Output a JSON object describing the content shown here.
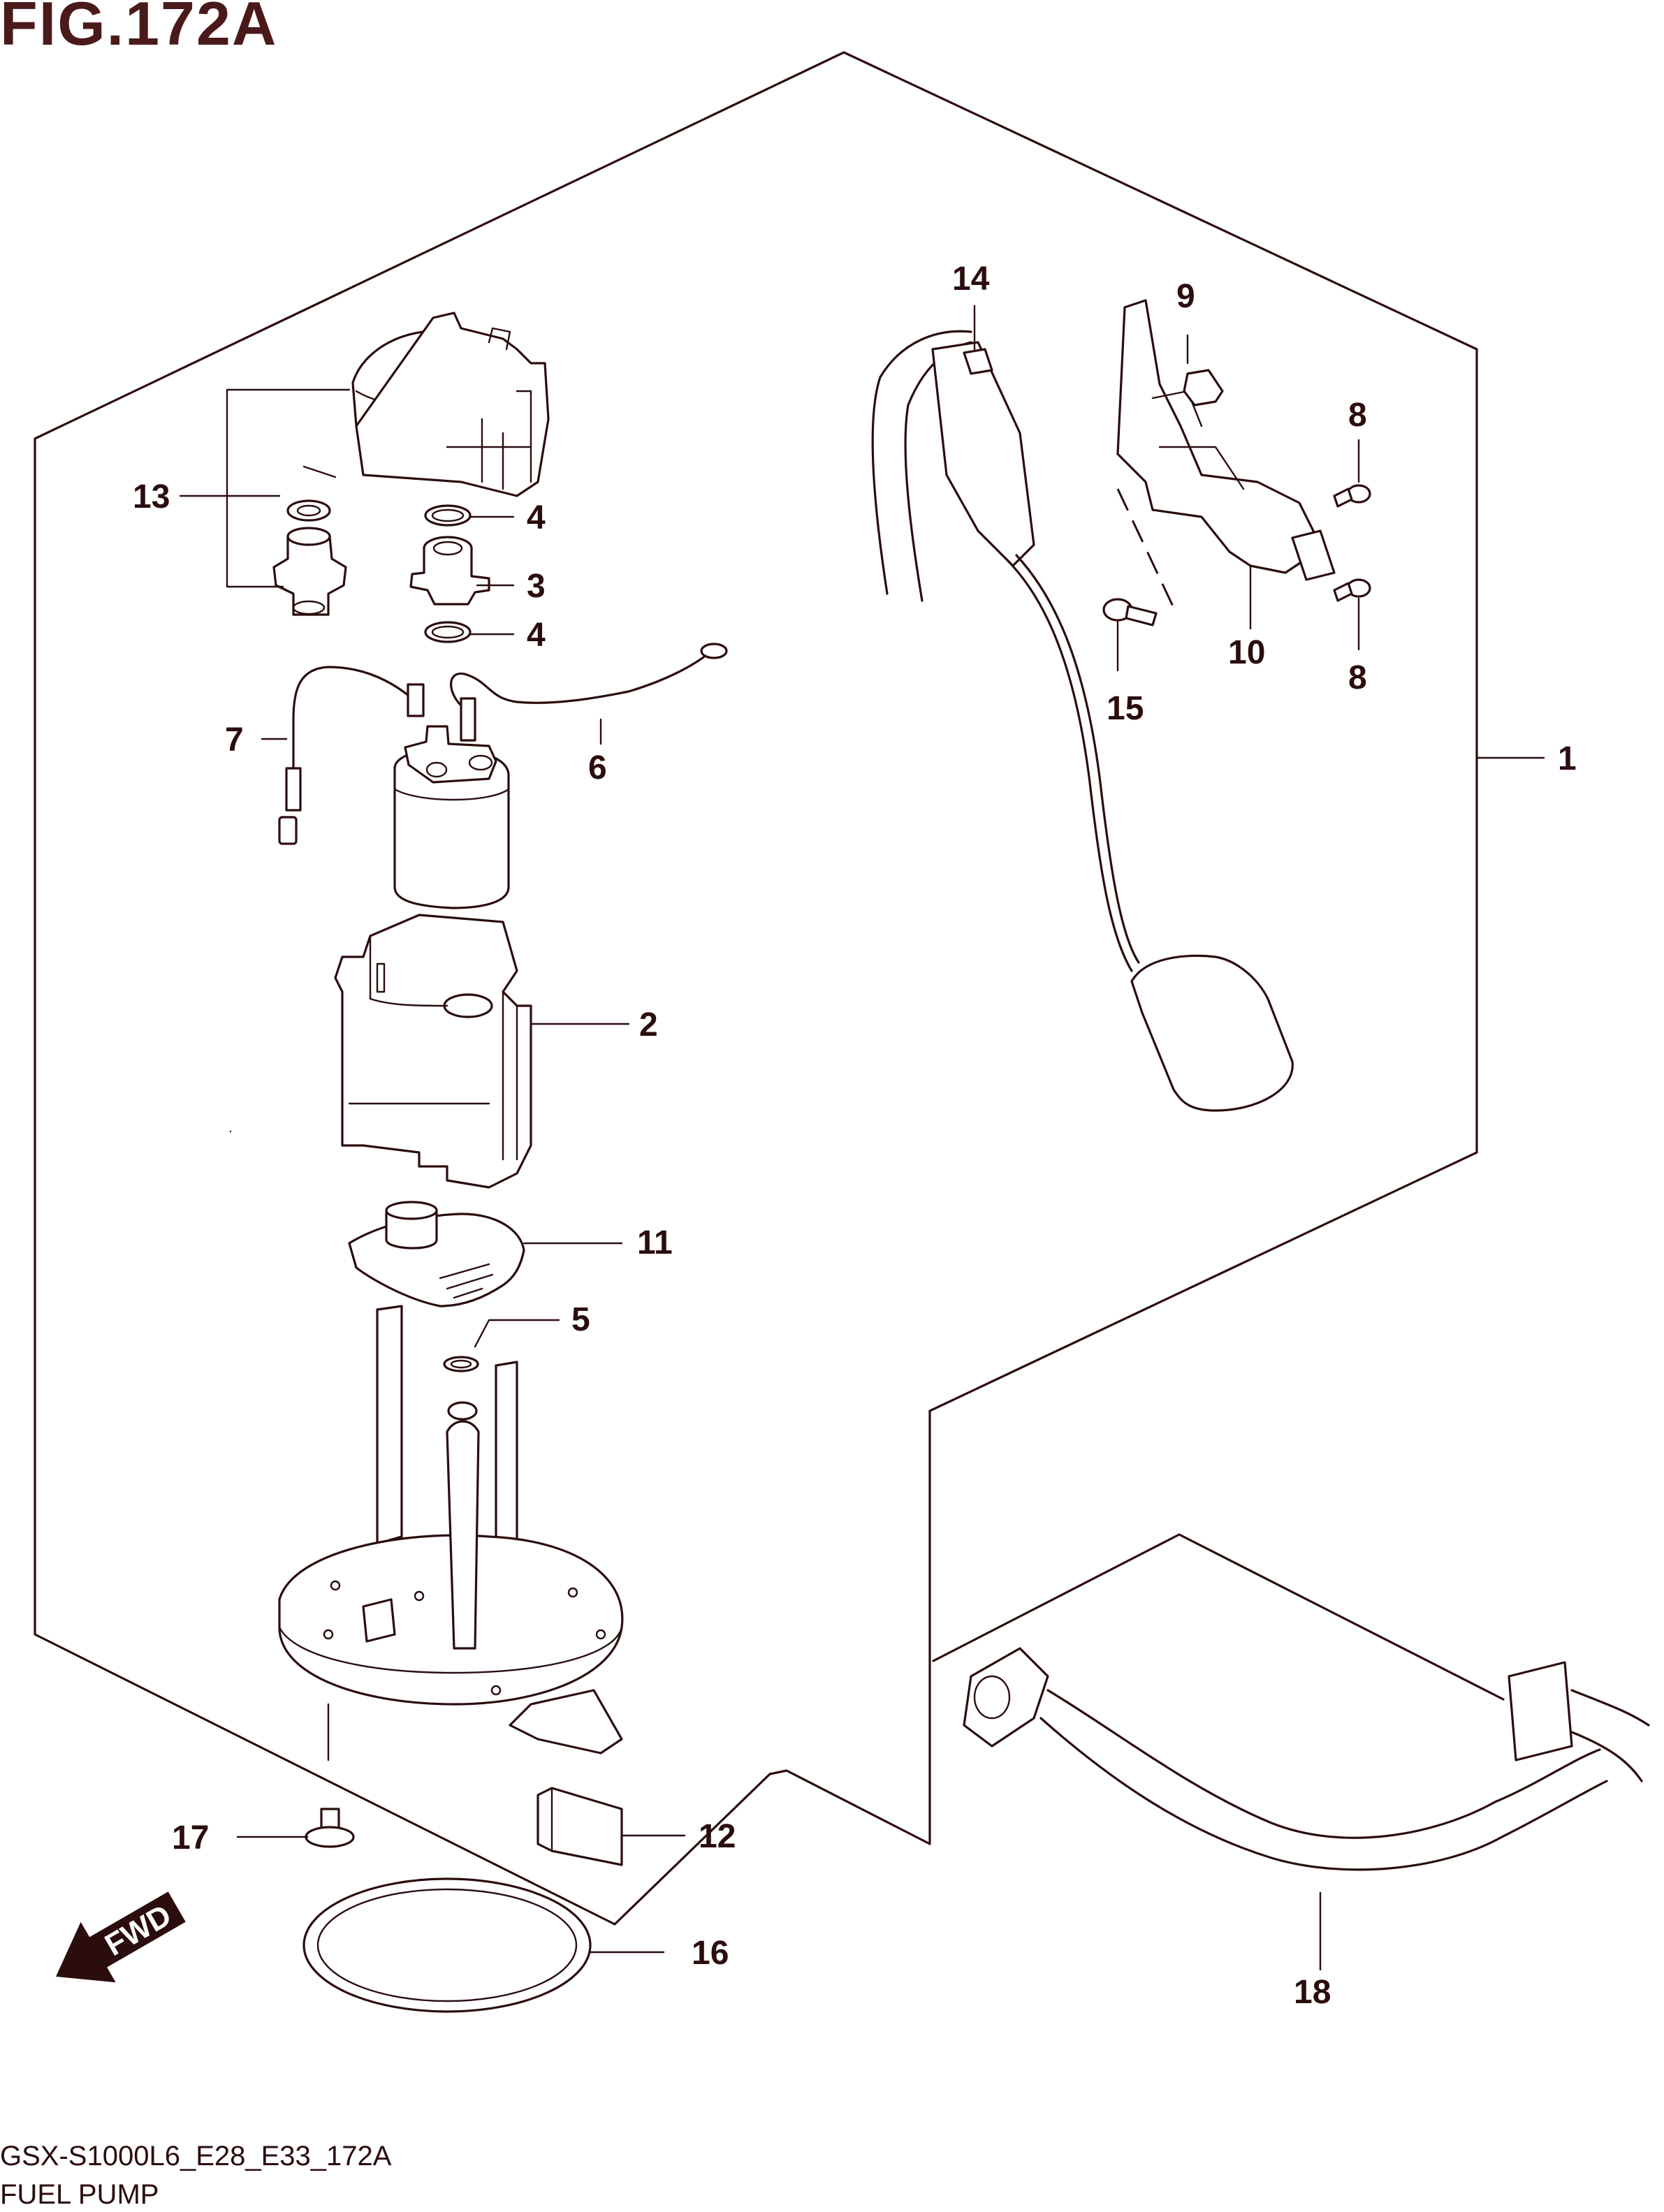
{
  "figure": {
    "title": "FIG.172A",
    "code": "GSX-S1000L6_E28_E33_172A",
    "name": "FUEL PUMP"
  },
  "fwd_label": "FWD",
  "callouts": {
    "c1": "1",
    "c2": "2",
    "c3": "3",
    "c4a": "4",
    "c4b": "4",
    "c5": "5",
    "c6": "6",
    "c7": "7",
    "c8a": "8",
    "c8b": "8",
    "c9": "9",
    "c10": "10",
    "c11": "11",
    "c12": "12",
    "c13": "13",
    "c14": "14",
    "c15": "15",
    "c16": "16",
    "c17": "17",
    "c18": "18"
  },
  "colors": {
    "ink": "#2b0d0d",
    "title": "#4a1a1a",
    "background": "#ffffff"
  }
}
